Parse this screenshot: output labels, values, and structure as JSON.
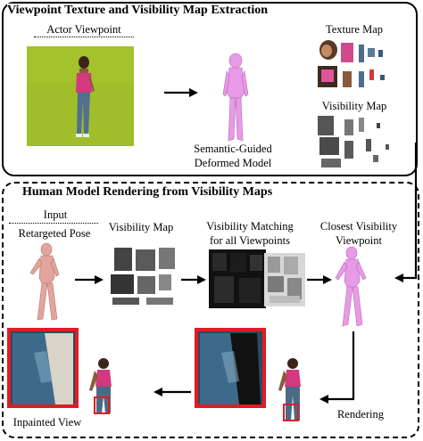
{
  "top": {
    "title": "Viewpoint Texture and Visibility Map Extraction",
    "actor_viewpoint": "Actor Viewpoint",
    "deformed_line1": "Semantic-Guided",
    "deformed_line2": "Deformed Model",
    "texture_map": "Texture Map",
    "visibility_map": "Visibility Map"
  },
  "bottom": {
    "title": "Human Model Rendering from Visibility Maps",
    "input": "Input",
    "retargeted_pose": "Retargeted Pose",
    "visibility_map": "Visibility Map",
    "matching_line1": "Visibility Matching",
    "matching_line2": "for all Viewpoints",
    "closest_line1": "Closest Visibility",
    "closest_line2": "Viewpoint",
    "rendering": "Rendering",
    "inpainted_view": "Inpainted View"
  },
  "colors": {
    "greenscreen": "#9fbe2a",
    "pink_model": "#e99ae6",
    "skin_model": "#e2a49c",
    "highlight_red": "#e31b23",
    "top_magenta": "#e0559a"
  }
}
